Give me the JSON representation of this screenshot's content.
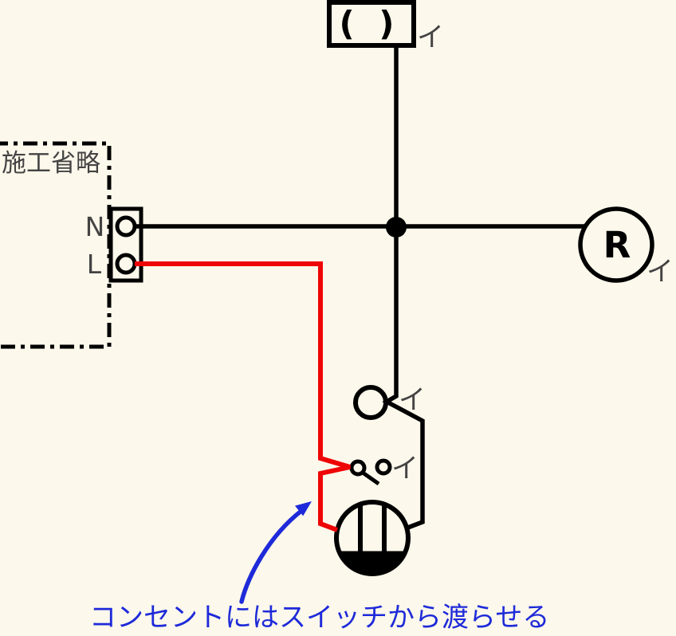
{
  "diagram": {
    "source_label": "施工省略",
    "terminal_top_label": "N",
    "terminal_bottom_label": "L",
    "ceiling_light_symbol": "( )",
    "receptacle_symbol": "R",
    "circuit_marker_ceiling": "イ",
    "circuit_marker_receptacle": "イ",
    "circuit_marker_switch": "イ",
    "circuit_marker_contact": "イ",
    "annotation_text": "コンセントにはスイッチから渡らせる"
  },
  "colors": {
    "background": "#fcf8eb",
    "wire_black": "#000000",
    "wire_red": "#ee0505",
    "annotation_blue": "#1e2ad9",
    "label_gray": "#434343"
  }
}
